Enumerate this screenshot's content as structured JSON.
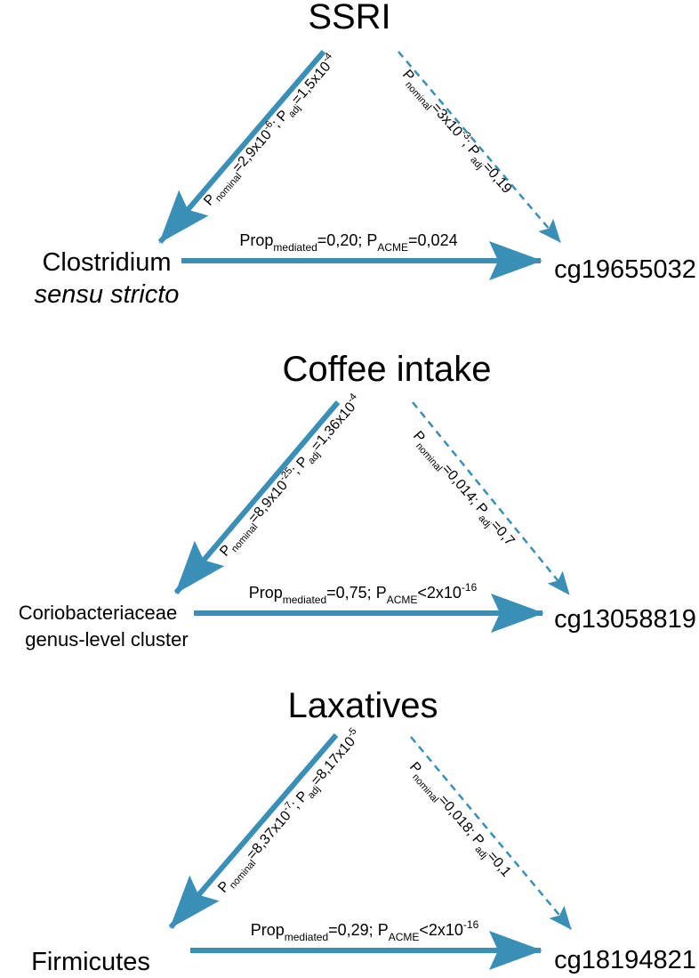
{
  "colors": {
    "arrow": "#3a8fb7",
    "text": "#000000",
    "background": "#ffffff"
  },
  "panels": [
    {
      "exposure": "SSRI",
      "mediator_lines": [
        "Clostridium",
        "sensu stricto"
      ],
      "outcome": "cg19655032",
      "left_edge": {
        "p": "P",
        "p_sub": "nominal",
        "p_val": "=2,9x10",
        "p_exp": "-6",
        "sep": "; ",
        "q": "P",
        "q_sub": "adj",
        "q_val": "=1,5x10",
        "q_exp": "-4"
      },
      "right_edge": {
        "p": "P",
        "p_sub": "nominal",
        "p_val": "=3x10",
        "p_exp": "-3",
        "sep": "; ",
        "q": "P",
        "q_sub": "adj",
        "q_val": "=0,19",
        "q_exp": ""
      },
      "bottom_edge": {
        "prop": "Prop",
        "prop_sub": "mediated",
        "prop_val": "=0,20; ",
        "p": "P",
        "p_sub": "ACME",
        "p_val": "=0,024",
        "p_exp": ""
      }
    },
    {
      "exposure": "Coffee intake",
      "mediator_lines": [
        "Coriobacteriaceae",
        "genus-level cluster"
      ],
      "outcome": "cg13058819",
      "left_edge": {
        "p": "P",
        "p_sub": "nominal",
        "p_val": "=8,9x10",
        "p_exp": "-25",
        "sep": "; ",
        "q": "P",
        "q_sub": "adj",
        "q_val": "=1,36x10",
        "q_exp": "-4"
      },
      "right_edge": {
        "p": "P",
        "p_sub": "nominal",
        "p_val": "=0,014; ",
        "p_exp": "",
        "sep": "",
        "q": "P",
        "q_sub": "adj",
        "q_val": "=0,7",
        "q_exp": ""
      },
      "bottom_edge": {
        "prop": "Prop",
        "prop_sub": "mediated",
        "prop_val": "=0,75; ",
        "p": "P",
        "p_sub": "ACME",
        "p_val": "<2x10",
        "p_exp": "-16"
      }
    },
    {
      "exposure": "Laxatives",
      "mediator_lines": [
        "Firmicutes"
      ],
      "outcome": "cg18194821",
      "left_edge": {
        "p": "P",
        "p_sub": "nominal",
        "p_val": "=8,37x10",
        "p_exp": "-7",
        "sep": "; ",
        "q": "P",
        "q_sub": "adj",
        "q_val": "=8,17x10",
        "q_exp": "-5"
      },
      "right_edge": {
        "p": "P",
        "p_sub": "nominal",
        "p_val": "=0,018; ",
        "p_exp": "",
        "sep": "",
        "q": "P",
        "q_sub": "adj",
        "q_val": "=0,1",
        "q_exp": ""
      },
      "bottom_edge": {
        "prop": "Prop",
        "prop_sub": "mediated",
        "prop_val": "=0,29; ",
        "p": "P",
        "p_sub": "ACME",
        "p_val": "<2x10",
        "p_exp": "-16"
      }
    }
  ]
}
